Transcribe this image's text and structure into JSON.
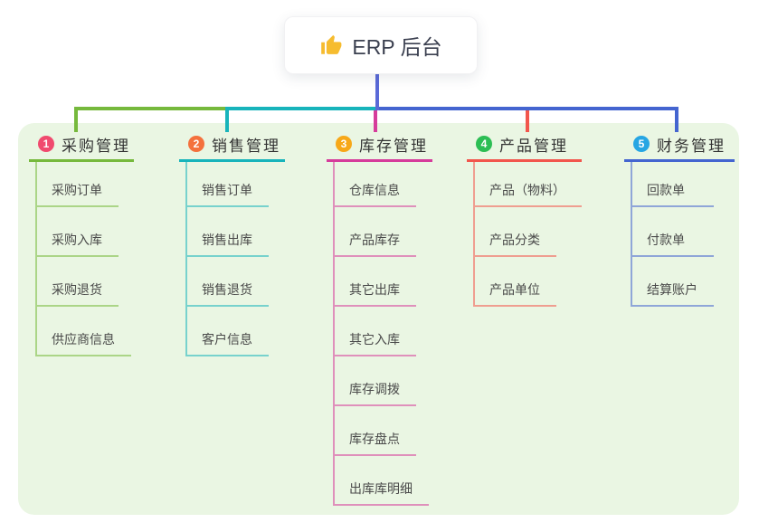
{
  "root": {
    "label": "ERP 后台",
    "icon": "thumbs-up-icon"
  },
  "branches": [
    {
      "badge": "1",
      "title": "采购管理",
      "color": "#76B93C",
      "badge_color": "#F04A6E",
      "children": [
        "采购订单",
        "采购入库",
        "采购退货",
        "供应商信息"
      ]
    },
    {
      "badge": "2",
      "title": "销售管理",
      "color": "#18B4BB",
      "badge_color": "#F4713D",
      "children": [
        "销售订单",
        "销售出库",
        "销售退货",
        "客户信息"
      ]
    },
    {
      "badge": "3",
      "title": "库存管理",
      "color": "#D63C9B",
      "badge_color": "#F7A818",
      "children": [
        "仓库信息",
        "产品库存",
        "其它出库",
        "其它入库",
        "库存调拨",
        "库存盘点",
        "出库库明细"
      ]
    },
    {
      "badge": "4",
      "title": "产品管理",
      "color": "#F2564D",
      "badge_color": "#2CBE54",
      "children": [
        "产品（物料）",
        "产品分类",
        "产品单位"
      ]
    },
    {
      "badge": "5",
      "title": "财务管理",
      "color": "#4465D0",
      "badge_color": "#27A6E3",
      "children": [
        "回款单",
        "付款单",
        "结算账户"
      ]
    }
  ],
  "colors": {
    "panel_background": "#EAF6E3",
    "root_connector": "#5A6AD8",
    "icon_yellow": "#F6BC2F",
    "title_text": "#333333",
    "child_text": "#4a4a4a"
  }
}
